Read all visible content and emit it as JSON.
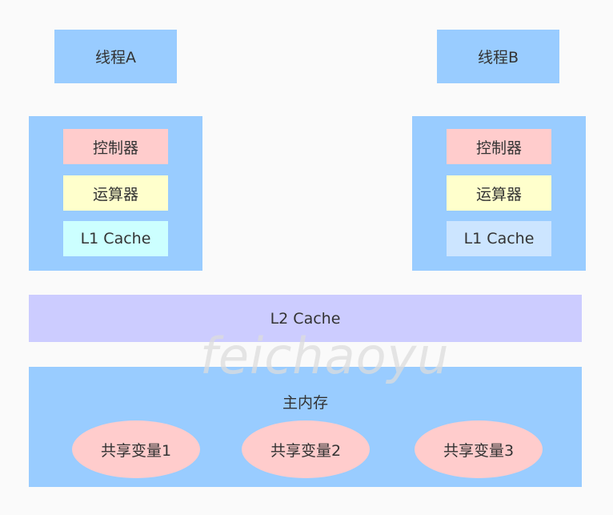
{
  "thread_a": {
    "label": "线程A"
  },
  "thread_b": {
    "label": "线程B"
  },
  "cpu_a": {
    "controller": "控制器",
    "alu": "运算器",
    "l1_cache": "L1 Cache"
  },
  "cpu_b": {
    "controller": "控制器",
    "alu": "运算器",
    "l1_cache": "L1 Cache"
  },
  "l2_cache": {
    "label": "L2 Cache"
  },
  "main_memory": {
    "label": "主内存",
    "variables": [
      "共享变量1",
      "共享变量2",
      "共享变量3"
    ]
  },
  "watermark": "feichaoyu",
  "colors": {
    "blue": "#99ccff",
    "controller": "#ffcccc",
    "alu": "#ffffcc",
    "l1_a": "#ccffff",
    "l1_b": "#cce5ff",
    "l2": "#ccccff",
    "variable": "#ffcccc"
  }
}
